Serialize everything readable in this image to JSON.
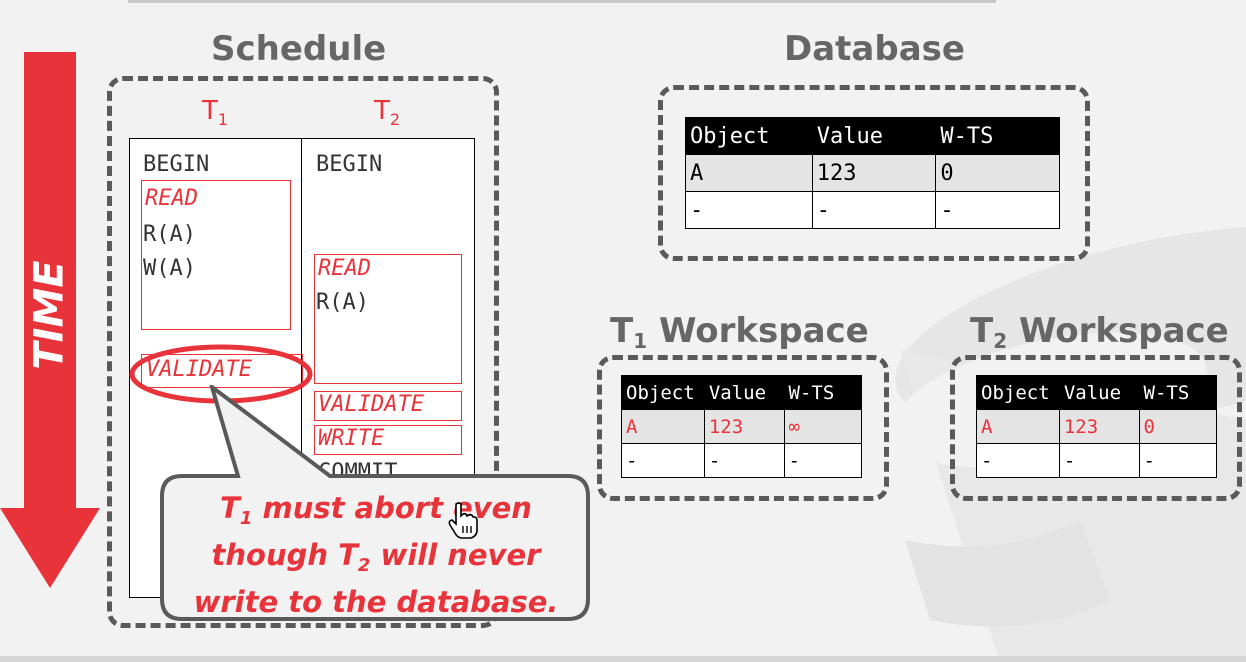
{
  "time_label": "TIME",
  "schedule": {
    "title": "Schedule",
    "t1_header": {
      "base": "T",
      "sub": "1"
    },
    "t2_header": {
      "base": "T",
      "sub": "2"
    },
    "t1": {
      "begin": "BEGIN",
      "read_phase": "READ",
      "ops": [
        "R(A)",
        "W(A)"
      ],
      "validate_phase": "VALIDATE"
    },
    "t2": {
      "begin": "BEGIN",
      "read_phase": "READ",
      "ops": [
        "R(A)"
      ],
      "validate_phase": "VALIDATE",
      "write_phase": "WRITE",
      "commit": "COMMIT"
    }
  },
  "database": {
    "title": "Database",
    "columns": [
      "Object",
      "Value",
      "W-TS"
    ],
    "rows": [
      [
        "A",
        "123",
        "0"
      ],
      [
        "-",
        "-",
        "-"
      ]
    ]
  },
  "t1_workspace": {
    "title_base": "T",
    "title_sub": "1",
    "title_rest": "Workspace",
    "columns": [
      "Object",
      "Value",
      "W-TS"
    ],
    "rows": [
      [
        "A",
        "123",
        "∞"
      ],
      [
        "-",
        "-",
        "-"
      ]
    ]
  },
  "t2_workspace": {
    "title_base": "T",
    "title_sub": "2",
    "title_rest": "Workspace",
    "columns": [
      "Object",
      "Value",
      "W-TS"
    ],
    "rows": [
      [
        "A",
        "123",
        "0"
      ],
      [
        "-",
        "-",
        "-"
      ]
    ]
  },
  "callout": {
    "line1_a": "T",
    "line1_sub": "1",
    "line1_b": " must abort even",
    "line2_a": "though T",
    "line2_sub": "2",
    "line2_b": " will never",
    "line3": "write to the database."
  },
  "colors": {
    "accent_red": "#e8333a",
    "heading_gray": "#666666",
    "dash_gray": "#5a5a5a"
  },
  "icons": [
    "time-arrow-icon",
    "hand-pointer-icon",
    "database-cylinder-icon"
  ]
}
